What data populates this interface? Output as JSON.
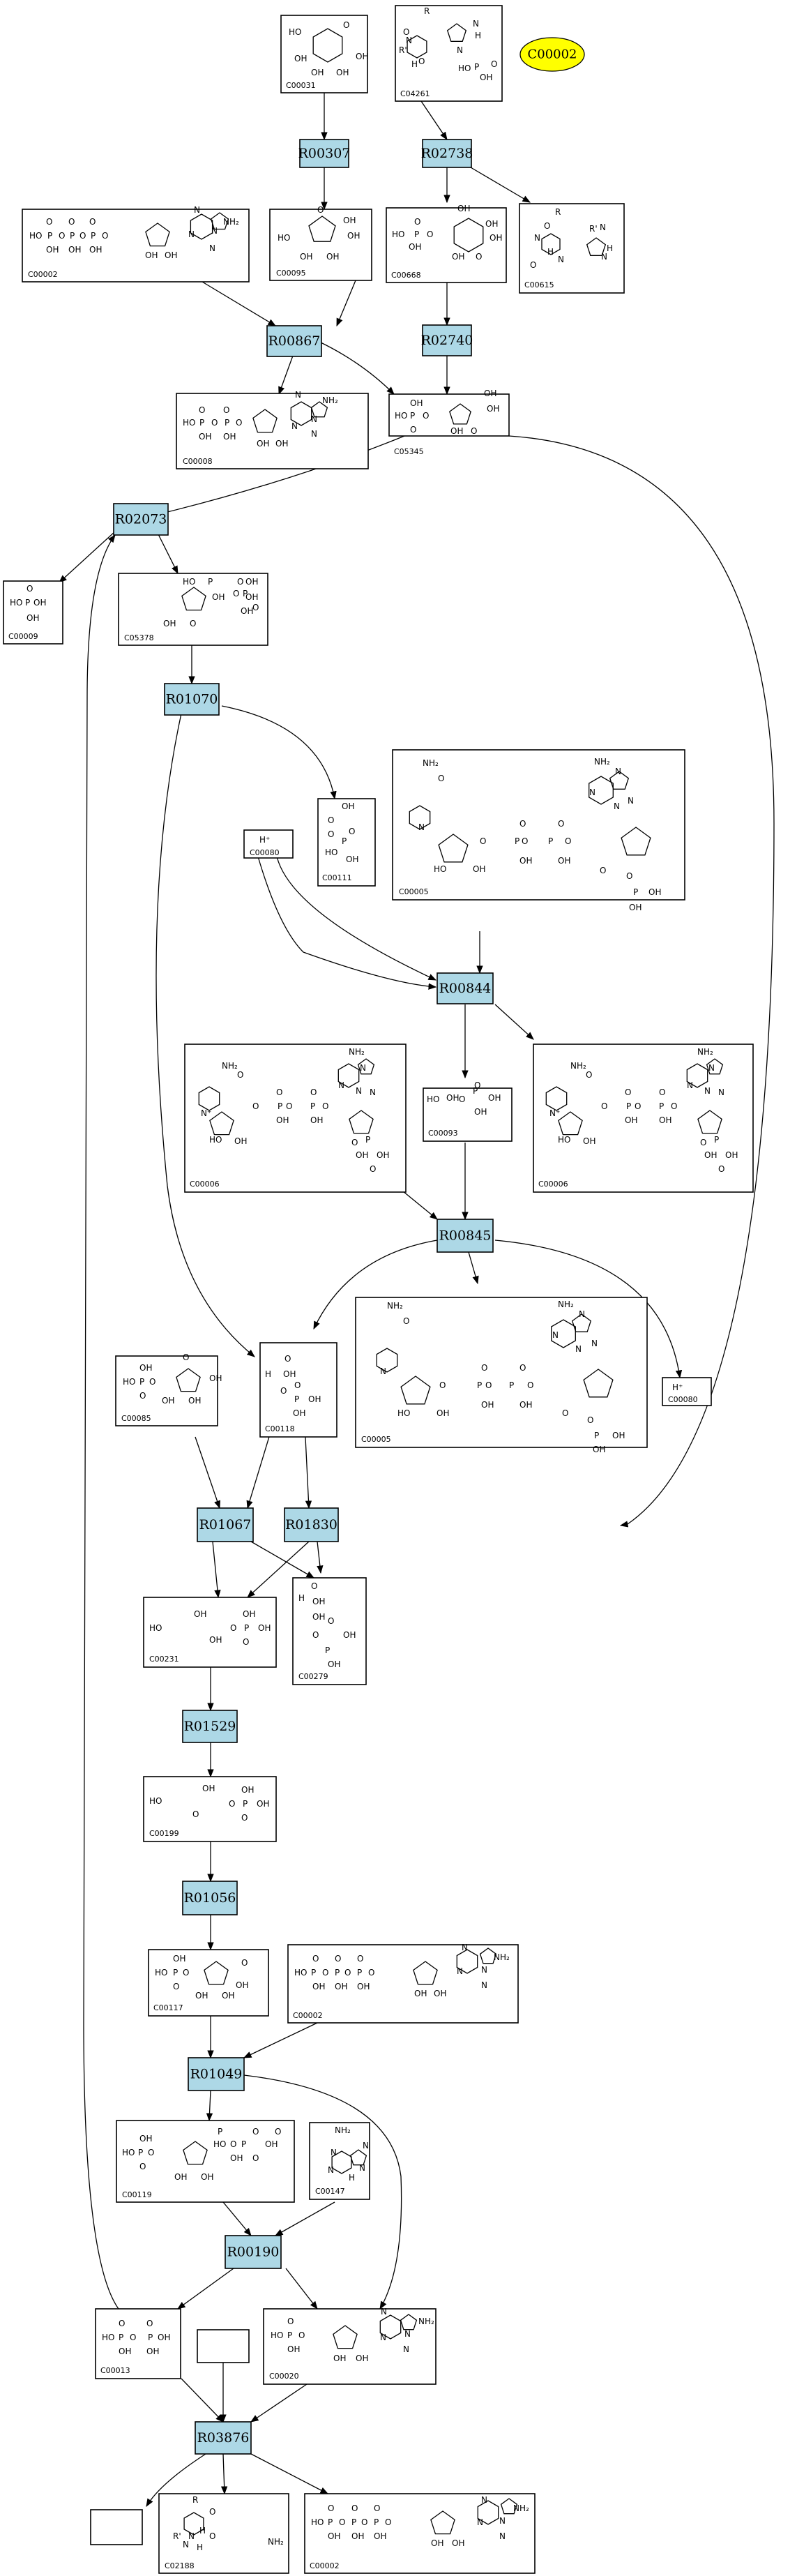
{
  "ellipse_label": "C00002",
  "reactions": [
    "R00307",
    "R02738",
    "R00867",
    "R02740",
    "R02073",
    "R01070",
    "R00844",
    "R00845",
    "R01067",
    "R01830",
    "R01529",
    "R01056",
    "R01049",
    "R00190",
    "R03876"
  ],
  "compounds": {
    "c00031": {
      "id": "C00031",
      "text": [
        "HO",
        "OH",
        "OH",
        "OH",
        "OH",
        "O"
      ]
    },
    "c04261": {
      "id": "C04261",
      "text": [
        "R",
        "O",
        "R'",
        "H",
        "N",
        "O",
        "N",
        "H",
        "N",
        "HO",
        "P",
        "O",
        "OH"
      ]
    },
    "c00002_top": {
      "id": "C00002",
      "text": [
        "HO",
        "P",
        "O",
        "P",
        "O",
        "P",
        "O",
        "OH",
        "OH",
        "OH",
        "O",
        "O",
        "O",
        "NH₂",
        "N",
        "N",
        "N",
        "N",
        "OH",
        "OH"
      ]
    },
    "c00095": {
      "id": "C00095",
      "text": [
        "HO",
        "O",
        "OH",
        "OH",
        "OH",
        "OH"
      ]
    },
    "c00668": {
      "id": "C00668",
      "text": [
        "HO",
        "P",
        "O",
        "OH",
        "O",
        "OH",
        "OH",
        "OH",
        "OH",
        "O"
      ]
    },
    "c00615": {
      "id": "C00615",
      "text": [
        "R",
        "O",
        "H",
        "N",
        "N",
        "O",
        "R'",
        "N",
        "H",
        "N"
      ]
    },
    "c00008": {
      "id": "C00008",
      "text": [
        "HO",
        "P",
        "O",
        "P",
        "O",
        "OH",
        "OH",
        "O",
        "O",
        "NH₂",
        "N",
        "N",
        "N",
        "N",
        "OH",
        "OH"
      ]
    },
    "c05345": {
      "id": "C05345",
      "text": [
        "HO",
        "P",
        "O",
        "O",
        "OH",
        "OH",
        "OH",
        "OH",
        "O"
      ]
    },
    "c00009": {
      "id": "C00009",
      "text": [
        "HO",
        "P",
        "OH",
        "O",
        "OH"
      ]
    },
    "c05378": {
      "id": "C05378",
      "text": [
        "HO",
        "P",
        "O",
        "OH",
        "O",
        "OH",
        "OH",
        "O",
        "OH",
        "P",
        "O",
        "OH"
      ]
    },
    "c00080_a": {
      "id": "C00080",
      "text": [
        "H⁺"
      ]
    },
    "c00111": {
      "id": "C00111",
      "text": [
        "OH",
        "O",
        "O",
        "P",
        "HO",
        "OH",
        "O"
      ]
    },
    "c00005": {
      "id": "C00005",
      "text": [
        "NH₂",
        "O",
        "N",
        "O",
        "P",
        "O",
        "P",
        "O",
        "OH",
        "OH",
        "O",
        "O",
        "NH₂",
        "N",
        "N",
        "N",
        "N",
        "HO",
        "OH",
        "O",
        "O",
        "P",
        "OH",
        "OH"
      ]
    },
    "c00006_a": {
      "id": "C00006",
      "text": [
        "NH₂",
        "O",
        "N⁺",
        "O",
        "P",
        "O",
        "P",
        "O",
        "OH",
        "OH",
        "O",
        "O",
        "NH₂",
        "N",
        "N",
        "N",
        "N",
        "HO",
        "OH",
        "O",
        "P",
        "OH",
        "OH",
        "O"
      ]
    },
    "c00093": {
      "id": "C00093",
      "text": [
        "HO",
        "OH",
        "O",
        "P",
        "OH",
        "OH",
        "O"
      ]
    },
    "c00006_b": {
      "id": "C00006",
      "text": [
        "NH₂",
        "O",
        "N⁺",
        "O",
        "P",
        "O",
        "P",
        "O",
        "OH",
        "OH",
        "O",
        "O",
        "NH₂",
        "N",
        "N",
        "N",
        "N",
        "HO",
        "OH",
        "O",
        "P",
        "OH",
        "OH",
        "O"
      ]
    },
    "c00085": {
      "id": "C00085",
      "text": [
        "HO",
        "P",
        "O",
        "OH",
        "O",
        "OH",
        "OH",
        "OH",
        "O"
      ]
    },
    "c00118": {
      "id": "C00118",
      "text": [
        "H",
        "O",
        "OH",
        "O",
        "P",
        "OH",
        "OH",
        "O"
      ]
    },
    "c00005_b": {
      "id": "C00005",
      "text": [
        "NH₂",
        "O",
        "N",
        "O",
        "P",
        "O",
        "P",
        "O",
        "OH",
        "OH",
        "O",
        "O",
        "NH₂",
        "N",
        "N",
        "N",
        "N",
        "HO",
        "OH",
        "O",
        "O",
        "P",
        "OH",
        "OH"
      ]
    },
    "c00080_b": {
      "id": "C00080",
      "text": [
        "H⁺"
      ]
    },
    "c00231": {
      "id": "C00231",
      "text": [
        "HO",
        "OH",
        "OH",
        "O",
        "P",
        "OH",
        "OH",
        "O"
      ]
    },
    "c00279": {
      "id": "C00279",
      "text": [
        "H",
        "O",
        "OH",
        "OH",
        "O",
        "P",
        "OH",
        "OH",
        "O"
      ]
    },
    "c00199": {
      "id": "C00199",
      "text": [
        "HO",
        "OH",
        "O",
        "O",
        "P",
        "OH",
        "OH",
        "O"
      ]
    },
    "c00117": {
      "id": "C00117",
      "text": [
        "HO",
        "P",
        "O",
        "OH",
        "O",
        "O",
        "OH",
        "OH",
        "OH"
      ]
    },
    "c00002_mid": {
      "id": "C00002",
      "text": [
        "HO",
        "P",
        "O",
        "P",
        "O",
        "P",
        "O",
        "OH",
        "OH",
        "OH",
        "O",
        "O",
        "O",
        "NH₂",
        "N",
        "N",
        "N",
        "N",
        "OH",
        "OH"
      ]
    },
    "c00119": {
      "id": "C00119",
      "text": [
        "HO",
        "P",
        "O",
        "OH",
        "O",
        "HO",
        "P",
        "O",
        "P",
        "O",
        "OH",
        "O",
        "OH",
        "O",
        "OH",
        "OH"
      ]
    },
    "c00147": {
      "id": "C00147",
      "text": [
        "NH₂",
        "N",
        "N",
        "N",
        "N",
        "H"
      ]
    },
    "c00013": {
      "id": "C00013",
      "text": [
        "HO",
        "P",
        "O",
        "P",
        "OH",
        "OH",
        "OH",
        "O",
        "O"
      ]
    },
    "c00020": {
      "id": "C00020",
      "text": [
        "HO",
        "P",
        "O",
        "OH",
        "O",
        "NH₂",
        "N",
        "N",
        "N",
        "N",
        "OH",
        "OH"
      ]
    },
    "c02188": {
      "id": "C02188",
      "text": [
        "R",
        "O",
        "H",
        "N",
        "R'",
        "N",
        "H",
        "O",
        "NH₂"
      ]
    },
    "c00002_bot": {
      "id": "C00002",
      "text": [
        "HO",
        "P",
        "O",
        "P",
        "O",
        "P",
        "O",
        "OH",
        "OH",
        "OH",
        "O",
        "O",
        "O",
        "NH₂",
        "N",
        "N",
        "N",
        "N",
        "OH",
        "OH"
      ]
    }
  }
}
